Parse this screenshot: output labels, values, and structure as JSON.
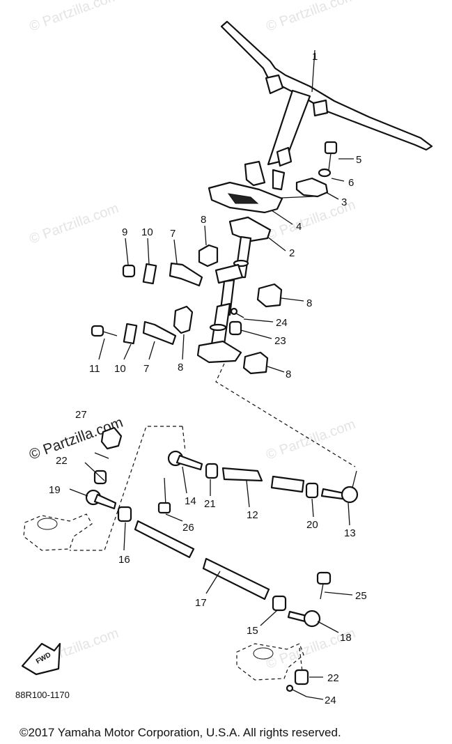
{
  "watermark": "© Partzilla.com",
  "diagram_code": "88R100-1170",
  "fwd_label": "FWD",
  "copyright": "©2017   Yamaha Motor Corporation, U.S.A. All rights reserved.",
  "callouts": {
    "c1": "1",
    "c2": "2",
    "c3": "3",
    "c4": "4",
    "c5": "5",
    "c6": "6",
    "c7a": "7",
    "c7b": "7",
    "c8a": "8",
    "c8b": "8",
    "c8c": "8",
    "c8d": "8",
    "c9": "9",
    "c10a": "10",
    "c10b": "10",
    "c11": "11",
    "c12": "12",
    "c13": "13",
    "c14": "14",
    "c15": "15",
    "c16": "16",
    "c17": "17",
    "c18": "18",
    "c19": "19",
    "c20": "20",
    "c21": "21",
    "c22a": "22",
    "c22b": "22",
    "c23": "23",
    "c24a": "24",
    "c24b": "24",
    "c25": "25",
    "c26": "26",
    "c27": "27"
  }
}
